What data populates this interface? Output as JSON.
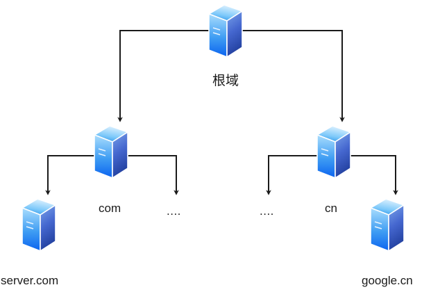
{
  "diagram": {
    "title_text": "根域",
    "colors": {
      "edge": "#1a1a1a",
      "text": "#1a1a1a",
      "background": "#ffffff",
      "server_top_light": "#9fd8fb",
      "server_top_mid": "#2f9dea",
      "server_left_light": "#a8dcfd",
      "server_left_deep": "#0f6ef0",
      "server_right_light": "#6f9ce8",
      "server_right_deep": "#2a49b8",
      "server_edge": "#1a5fd0"
    },
    "nodes": [
      {
        "id": "root",
        "icon": "server-icon",
        "label": "根域",
        "level": "root"
      },
      {
        "id": "tld-com",
        "icon": "server-icon",
        "label": "com",
        "level": "tld"
      },
      {
        "id": "tld-cn",
        "icon": "server-icon",
        "label": "cn",
        "level": "tld"
      },
      {
        "id": "host-server-com",
        "icon": "server-icon",
        "label": "server.com",
        "level": "host"
      },
      {
        "id": "host-google-cn",
        "icon": "server-icon",
        "label": "google.cn",
        "level": "host"
      }
    ],
    "ellipsis_left": "....",
    "ellipsis_right": "....",
    "edges": [
      {
        "id": "root-to-com",
        "from": "root",
        "to": "tld-com",
        "arrow": true
      },
      {
        "id": "root-to-cn",
        "from": "root",
        "to": "tld-cn",
        "arrow": true
      },
      {
        "id": "com-to-server",
        "from": "tld-com",
        "to": "host-server-com",
        "arrow": true
      },
      {
        "id": "com-to-more",
        "from": "tld-com",
        "to": "ellipsis-com",
        "arrow": true
      },
      {
        "id": "cn-to-more",
        "from": "tld-cn",
        "to": "ellipsis-cn",
        "arrow": true
      },
      {
        "id": "cn-to-google",
        "from": "tld-cn",
        "to": "host-google-cn",
        "arrow": true
      }
    ]
  }
}
